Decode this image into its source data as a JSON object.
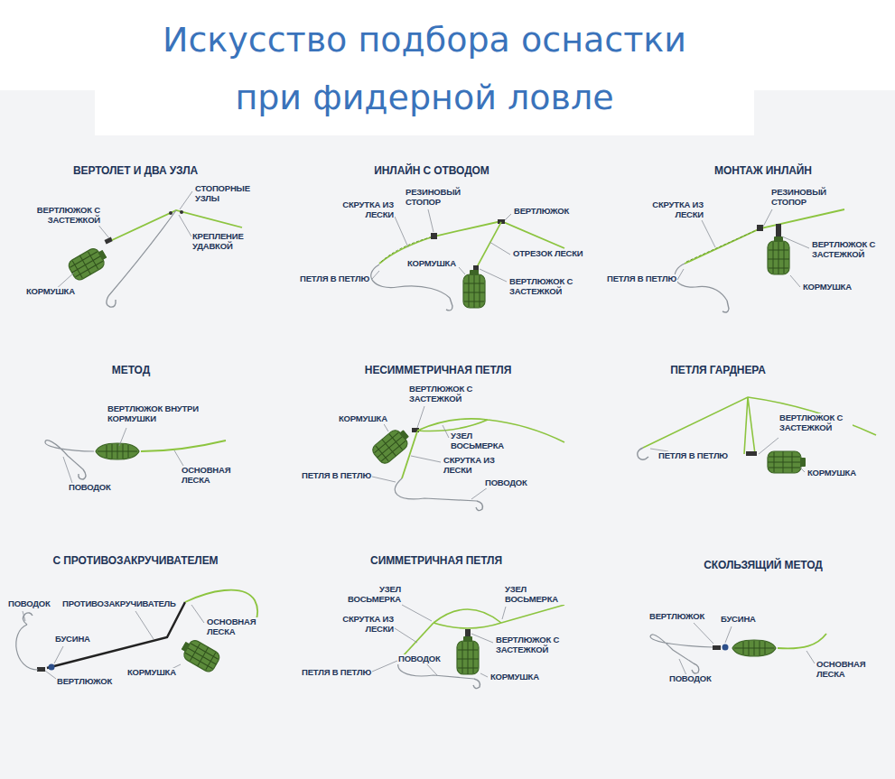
{
  "diagram": {
    "title": "Искусство подбора оснастки при фидерной ловле",
    "labels": [
      "ВЕРТОЛЕТ И ДВА УЗЛА",
      "ВЕРТЛЮЖОК С ЗАСТЕЖКОЙ",
      "СТОПОРНЫЕ УЗЛЫ",
      "КРЕПЛЕНИЕ УДАВКОЙ",
      "КОРМУШКА",
      "ИНЛАЙН С ОТВОДОМ",
      "СКРУТКА ИЗ ЛЕСКИ",
      "РЕЗИНОВЫЙ СТОПОР",
      "ВЕРТЛЮЖОК",
      "ОТРЕЗОК ЛЕСКИ",
      "КОРМУШКА",
      "ВЕРТЛЮЖОК С ЗАСТЕЖКОЙ",
      "ПЕТЛЯ В ПЕТЛЮ",
      "МОНТАЖ ИНЛАЙН",
      "СКРУТКА ИЗ ЛЕСКИ",
      "РЕЗИНОВЫЙ СТОПОР",
      "ВЕРТЛЮЖОК С ЗАСТЕЖКОЙ",
      "ПЕТЛЯ В ПЕТЛЮ",
      "КОРМУШКА",
      "МЕТОД",
      "ВЕРТЛЮЖОК ВНУТРИ КОРМУШКИ",
      "ОСНОВНАЯ ЛЕСКА",
      "ПОВОДОК",
      "НЕСИММЕТРИЧНАЯ ПЕТЛЯ",
      "ВЕРТЛЮЖОК С ЗАСТЕЖКОЙ",
      "КОРМУШКА",
      "УЗЕЛ ВОСЬМЕРКА",
      "СКРУТКА ИЗ ЛЕСКИ",
      "ПЕТЛЯ В ПЕТЛЮ",
      "ПОВОДОК",
      "ПЕТЛЯ ГАРДНЕРА",
      "ВЕРТЛЮЖОК С ЗАСТЕЖКОЙ",
      "ПЕТЛЯ В ПЕТЛЮ",
      "КОРМУШКА",
      "С ПРОТИВОЗАКРУЧИВАТЕЛЕМ",
      "ПОВОДОК",
      "ПРОТИВОЗАКРУЧИВАТЕЛЬ",
      "ОСНОВНАЯ ЛЕСКА",
      "БУСИНА",
      "ВЕРТЛЮЖОК",
      "КОРМУШКА",
      "СИММЕТРИЧНАЯ ПЕТЛЯ",
      "УЗЕЛ ВОСЬМЕРКА",
      "УЗЕЛ ВОСЬМЕРКА",
      "СКРУТКА ИЗ ЛЕСКИ",
      "ВЕРТЛЮЖОК С ЗАСТЕЖКОЙ",
      "ПОВОДОК",
      "ПЕТЛЯ В ПЕТЛЮ",
      "КОРМУШКА",
      "СКОЛЬЗЯЩИЙ МЕТОД",
      "ВЕРТЛЮЖОК",
      "БУСИНА",
      "ПОВОДОК",
      "ОСНОВНАЯ ЛЕСКА"
    ]
  }
}
